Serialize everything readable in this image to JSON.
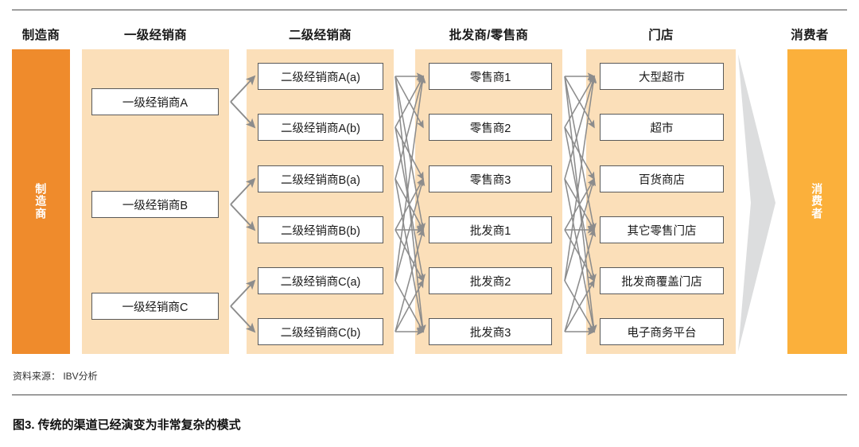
{
  "figure": {
    "caption": "图3. 传统的渠道已经演变为非常复杂的模式",
    "source_note": "资料来源： IBV分析"
  },
  "colors": {
    "manufacturer_band": "#EF8B2C",
    "consumer_band": "#FBB03B",
    "stage_band": "#FBDFB9",
    "node_border": "#595959",
    "arrow": "#8C8C8C",
    "big_arrow": "#DCDDDE",
    "rule": "#4A4A4A"
  },
  "columns": [
    {
      "id": "manufacturer",
      "header": "制造商",
      "band_style": "solid-orange",
      "vertical_label": [
        "制",
        "造",
        "商"
      ],
      "nodes": []
    },
    {
      "id": "tier1-distributor",
      "header": "一级经销商",
      "band_style": "peach",
      "nodes": [
        {
          "label": "一级经销商A"
        },
        {
          "label": "一级经销商B"
        },
        {
          "label": "一级经销商C"
        }
      ]
    },
    {
      "id": "tier2-distributor",
      "header": "二级经销商",
      "band_style": "peach",
      "nodes": [
        {
          "label": "二级经销商A(a)"
        },
        {
          "label": "二级经销商A(b)"
        },
        {
          "label": "二级经销商B(a)"
        },
        {
          "label": "二级经销商B(b)"
        },
        {
          "label": "二级经销商C(a)"
        },
        {
          "label": "二级经销商C(b)"
        }
      ]
    },
    {
      "id": "wholesaler-retailer",
      "header": "批发商/零售商",
      "band_style": "peach",
      "nodes": [
        {
          "label": "零售商1"
        },
        {
          "label": "零售商2"
        },
        {
          "label": "零售商3"
        },
        {
          "label": "批发商1"
        },
        {
          "label": "批发商2"
        },
        {
          "label": "批发商3"
        }
      ]
    },
    {
      "id": "store",
      "header": "门店",
      "band_style": "peach",
      "nodes": [
        {
          "label": "大型超市"
        },
        {
          "label": "超市"
        },
        {
          "label": "百货商店"
        },
        {
          "label": "其它零售门店"
        },
        {
          "label": "批发商覆盖门店"
        },
        {
          "label": "电子商务平台"
        }
      ]
    },
    {
      "id": "consumer",
      "header": "消费者",
      "band_style": "solid-amber",
      "vertical_label": [
        "消",
        "费",
        "者"
      ],
      "nodes": []
    }
  ],
  "chart_data": {
    "type": "diagram",
    "title": "图3. 传统的渠道已经演变为非常复杂的模式",
    "stages": [
      "制造商",
      "一级经销商",
      "二级经销商",
      "批发商/零售商",
      "门店",
      "消费者"
    ],
    "links": [
      {
        "from": "一级经销商A",
        "to": "二级经销商A(a)"
      },
      {
        "from": "一级经销商A",
        "to": "二级经销商A(b)"
      },
      {
        "from": "一级经销商B",
        "to": "二级经销商B(a)"
      },
      {
        "from": "一级经销商B",
        "to": "二级经销商B(b)"
      },
      {
        "from": "一级经销商C",
        "to": "二级经销商C(a)"
      },
      {
        "from": "一级经销商C",
        "to": "二级经销商C(b)"
      },
      {
        "from": "二级经销商",
        "to": "批发商/零售商",
        "pattern": "many-to-many"
      },
      {
        "from": "批发商/零售商",
        "to": "门店",
        "pattern": "many-to-many"
      },
      {
        "from": "门店",
        "to": "消费者",
        "pattern": "single-large-arrow"
      }
    ]
  }
}
